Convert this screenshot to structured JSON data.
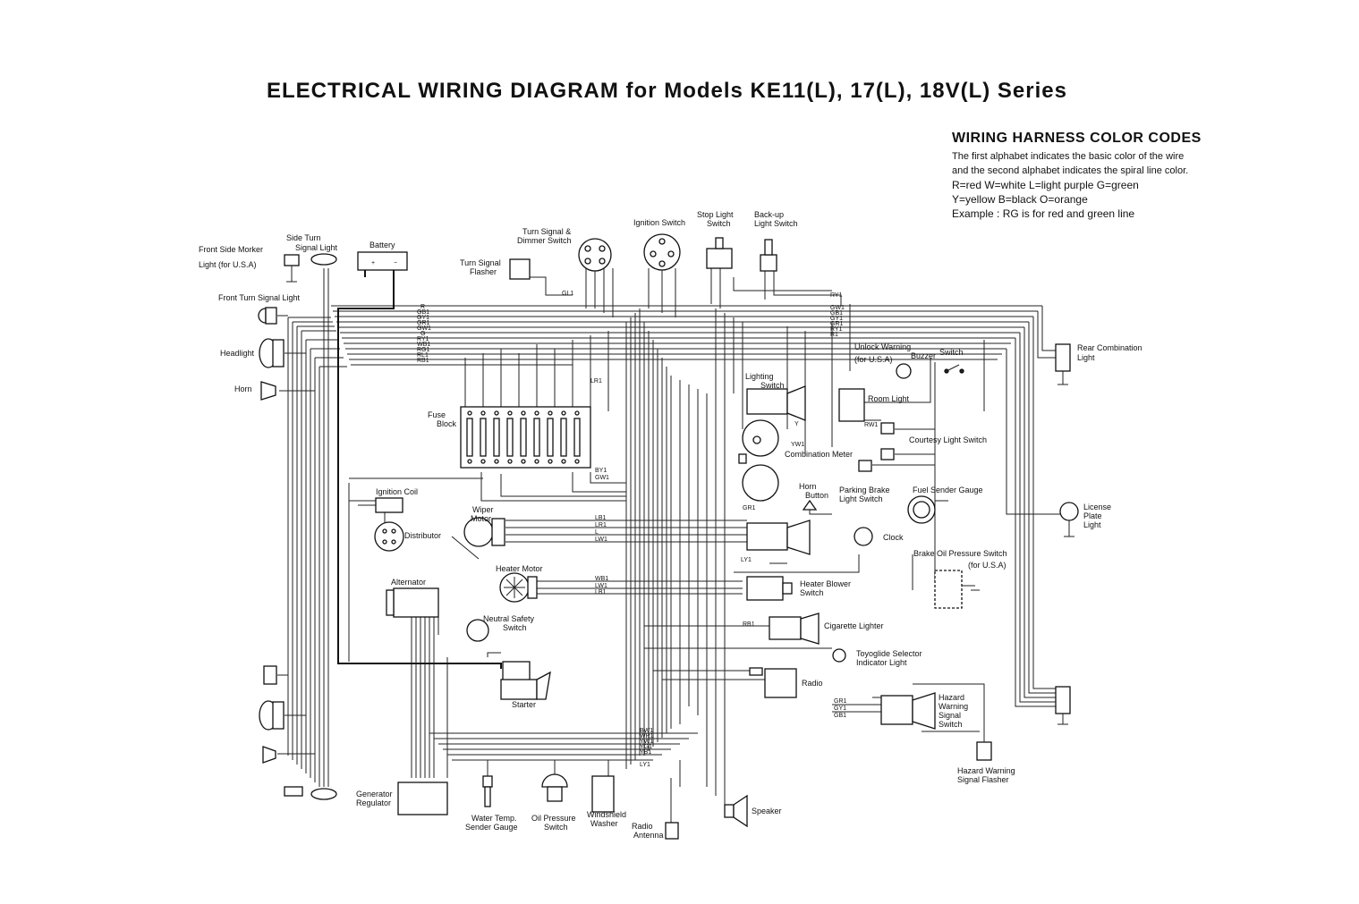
{
  "title": "ELECTRICAL WIRING DIAGRAM for Models KE11(L), 17(L), 18V(L) Series",
  "legend": {
    "title": "WIRING HARNESS COLOR CODES",
    "line1": "The first alphabet indicates the basic color of the wire",
    "line2": "and the second alphabet indicates the spiral line color.",
    "line3": "R=red W=white L=light purple G=green",
    "line4": "Y=yellow B=black O=orange",
    "line5": "Example : RG is for red and green line"
  },
  "components": {
    "front_side_marker": "Front Side Morker",
    "front_side_marker_2": "Light (for U.S.A)",
    "side_turn_signal": "Side Turn",
    "side_turn_signal_2": "Signal Light",
    "battery": "Battery",
    "front_turn_signal": "Front Turn Signal Light",
    "headlight": "Headlight",
    "horn": "Horn",
    "turn_signal_flasher": "Turn Signal",
    "turn_signal_flasher_2": "Flasher",
    "turn_dimmer_switch": "Turn Signal &",
    "turn_dimmer_switch_2": "Dimmer Switch",
    "ignition_switch": "Ignition Switch",
    "stop_light_switch": "Stop Light",
    "stop_light_switch_2": "Switch",
    "backup_light_switch": "Back-up",
    "backup_light_switch_2": "Light Switch",
    "fuse_block": "Fuse",
    "fuse_block_2": "Block",
    "lighting_switch": "Lighting",
    "lighting_switch_2": "Switch",
    "unlock_warning_buzzer": "Unlock Warning",
    "unlock_warning_buzzer_2": "Buzzer",
    "unlock_warning_buzzer_3": "(for U.S.A)",
    "door_switch": "Switch",
    "rear_combination_light": "Rear Combination",
    "rear_combination_light_2": "Light",
    "room_light": "Room Light",
    "courtesy_light_switch": "Courtesy Light Switch",
    "combination_meter": "Combination Meter",
    "ignition_coil": "Ignition Coil",
    "distributor": "Distributor",
    "wiper_motor": "Wiper",
    "wiper_motor_2": "Motor",
    "horn_button": "Horn",
    "horn_button_2": "Button",
    "parking_brake_switch": "Parking Brake",
    "parking_brake_switch_2": "Light Switch",
    "fuel_sender_gauge": "Fuel Sender Gauge",
    "license_plate_light": "License",
    "license_plate_light_2": "Plate",
    "license_plate_light_3": "Light",
    "clock": "Clock",
    "brake_oil_pressure_switch": "Brake Oil Pressure Switch",
    "brake_oil_pressure_switch_2": "(for U.S.A)",
    "heater_motor": "Heater Motor",
    "heater_blower_switch": "Heater Blower",
    "heater_blower_switch_2": "Switch",
    "alternator": "Alternator",
    "neutral_safety_switch": "Neutral Safety",
    "neutral_safety_switch_2": "Switch",
    "cigarette_lighter": "Cigarette Lighter",
    "toyoglide_indicator": "Toyoglide Selector",
    "toyoglide_indicator_2": "Indicator Light",
    "radio": "Radio",
    "hazard_switch": "Hazard",
    "hazard_switch_2": "Warning",
    "hazard_switch_3": "Signal",
    "hazard_switch_4": "Switch",
    "starter": "Starter",
    "hazard_flasher": "Hazard Warning",
    "hazard_flasher_2": "Signal Flasher",
    "generator_regulator": "Generator",
    "generator_regulator_2": "Regulator",
    "water_temp_sender": "Water Temp.",
    "water_temp_sender_2": "Sender Gauge",
    "oil_pressure_switch": "Oil Pressure",
    "oil_pressure_switch_2": "Switch",
    "windshield_washer": "Windshield",
    "windshield_washer_2": "Washer",
    "radio_antenna": "Radio",
    "radio_antenna_2": "Antenna",
    "speaker": "Speaker"
  },
  "wire_codes": {
    "harness_top": [
      "R",
      "GB1",
      "GY1",
      "GR1",
      "GW1",
      "G",
      "RY1",
      "WB1",
      "RG1",
      "RL1",
      "RB1"
    ],
    "right_bundle": [
      "RY1",
      "GW1",
      "GB1",
      "GY1",
      "GR1",
      "RY1",
      "R1"
    ],
    "wiper": [
      "LB1",
      "LR1",
      "L",
      "LW1"
    ],
    "heater": [
      "WB1",
      "LW1",
      "LB1"
    ],
    "engine_bundle": [
      "BW1",
      "WR1",
      "YW1",
      "YG1",
      "YB1",
      "LY1"
    ],
    "hazard": [
      "GR1",
      "GY1",
      "GB1"
    ],
    "misc": [
      "GL1",
      "GR1",
      "LR1",
      "RB1",
      "BY1",
      "GW1",
      "LY1",
      "RW1",
      "YW1",
      "Y"
    ]
  }
}
